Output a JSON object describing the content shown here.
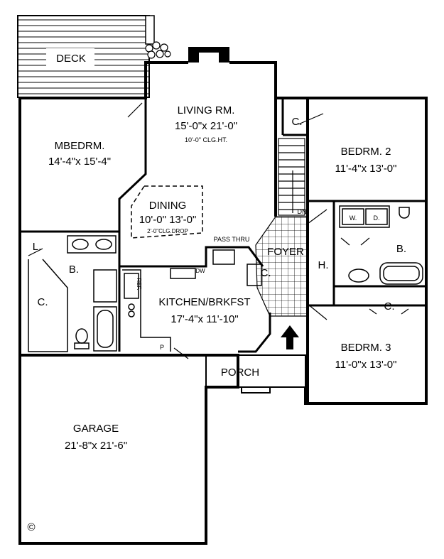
{
  "rooms": {
    "deck": {
      "name": "DECK"
    },
    "living": {
      "name": "LIVING RM.",
      "size": "15'-0\"x 21'-0\"",
      "note": "10'-0\" CLG.HT."
    },
    "mbedrm": {
      "name": "MBEDRM.",
      "size": "14'-4\"x 15'-4\""
    },
    "dining": {
      "name": "DINING",
      "size": "10'-0\" 13'-0\"",
      "note": "2'-0\"CLG.DROP"
    },
    "bedrm2": {
      "name": "BEDRM. 2",
      "size": "11'-4\"x 13'-0\""
    },
    "bedrm3": {
      "name": "BEDRM. 3",
      "size": "11'-0\"x 13'-0\""
    },
    "kitchen": {
      "name": "KITCHEN/BRKFST",
      "size": "17'-4\"x 11'-10\""
    },
    "garage": {
      "name": "GARAGE",
      "size": "21'-8\"x 21'-6\""
    },
    "porch": {
      "name": "PORCH"
    },
    "foyer": {
      "name": "FOYER"
    },
    "hall": {
      "name": "H."
    }
  },
  "labels": {
    "pass_thru": "PASS THRU",
    "dn": "DN",
    "dw": "DW",
    "ref": "REF.",
    "pantry": "P",
    "linen": "L.",
    "washer": "W.",
    "dryer": "D.",
    "master_bath": "B.",
    "hall_bath": "B.",
    "closet": "C."
  },
  "copyright": "©"
}
